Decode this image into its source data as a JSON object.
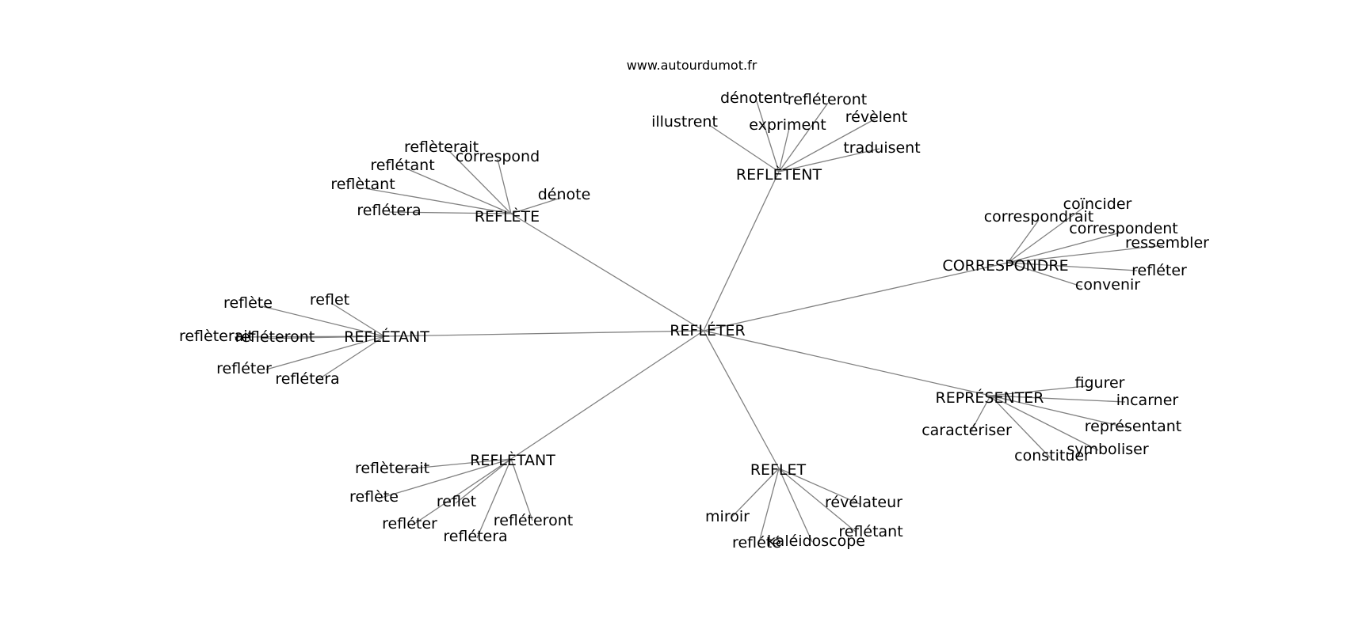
{
  "site": "www.autourdumot.fr",
  "graph": {
    "center": "REFLÉTER",
    "hubs": [
      {
        "label": "REFLÈTE",
        "words": [
          "reflèterait",
          "correspond",
          "reflétant",
          "reflètant",
          "dénote",
          "reflétera"
        ]
      },
      {
        "label": "REFLÈTENT",
        "words": [
          "dénotent",
          "refléteront",
          "illustrent",
          "expriment",
          "révèlent",
          "traduisent"
        ]
      },
      {
        "label": "CORRESPONDRE",
        "words": [
          "coïncider",
          "correspondrait",
          "correspondent",
          "ressembler",
          "refléter",
          "convenir"
        ]
      },
      {
        "label": "REFLÉTANT",
        "words": [
          "reflète",
          "reflet",
          "reflèterait",
          "refléteront",
          "refléter",
          "reflétera"
        ]
      },
      {
        "label": "REPRÉSENTER",
        "words": [
          "figurer",
          "incarner",
          "représentant",
          "caractériser",
          "symboliser",
          "constituer"
        ]
      },
      {
        "label": "REFLÈTANT",
        "words": [
          "reflèterait",
          "reflète",
          "reflet",
          "refléter",
          "refléteront",
          "reflétera"
        ]
      },
      {
        "label": "REFLET",
        "words": [
          "miroir",
          "révélateur",
          "reflétant",
          "reflété",
          "kaléidoscope"
        ]
      }
    ]
  }
}
